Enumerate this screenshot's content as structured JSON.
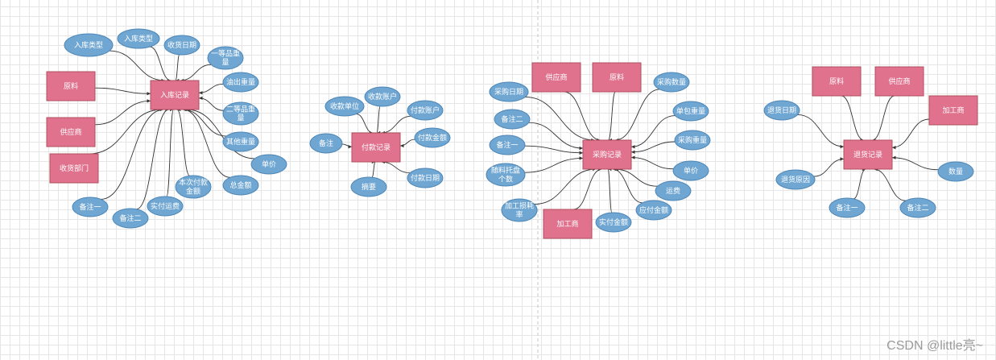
{
  "watermark": "CSDN @little亮~",
  "colors": {
    "entity": "#e0728e",
    "attribute": "#6fa6d2",
    "edge": "#333333"
  },
  "diagrams": {
    "ruku": {
      "center": "入库记录",
      "entities": [
        "原料",
        "供应商",
        "收货部门"
      ],
      "attributes": [
        "入库类型",
        "入库类型",
        "收货日期",
        "一等品重量",
        "油出重量",
        "二等品重量",
        "其他重量",
        "单价",
        "总金额",
        "本次付款金额",
        "实付运费",
        "备注二",
        "备注一"
      ]
    },
    "fukuan": {
      "center": "付款记录",
      "entities": [],
      "attributes": [
        "收款单位",
        "收款账户",
        "付款账户",
        "付款金额",
        "付款日期",
        "摘要",
        "备注"
      ]
    },
    "caigou": {
      "center": "采购记录",
      "entities": [
        "供应商",
        "原料",
        "加工商"
      ],
      "attributes": [
        "采购日期",
        "备注二",
        "备注一",
        "随料托盘个数",
        "加工损耗率",
        "采购数量",
        "单包重量",
        "采购重量",
        "单价",
        "运费",
        "应付金额",
        "实付金额"
      ]
    },
    "tuihuo": {
      "center": "退货记录",
      "entities": [
        "原料",
        "供应商",
        "加工商"
      ],
      "attributes": [
        "退货日期",
        "退货原因",
        "备注一",
        "备注二",
        "数量"
      ]
    }
  }
}
